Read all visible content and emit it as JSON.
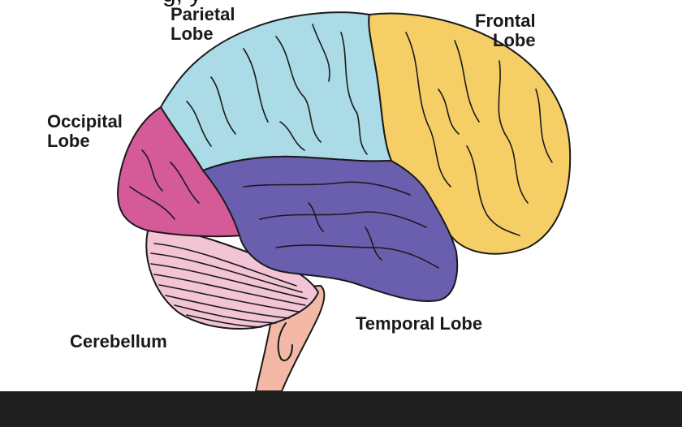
{
  "diagram": {
    "clipped_top_text": "g,      y",
    "labels": {
      "parietal": {
        "line1": "Parietal",
        "line2": "Lobe"
      },
      "frontal": {
        "line1": "Frontal",
        "line2": "Lobe"
      },
      "occipital": {
        "line1": "Occipital",
        "line2": "Lobe"
      },
      "temporal": "Temporal Lobe",
      "cerebellum": "Cerebellum"
    },
    "colors": {
      "parietal": "#aadbe6",
      "frontal": "#f5cf66",
      "occipital": "#d55a98",
      "temporal": "#6a5fae",
      "cerebellum": "#f2c4d6",
      "brainstem": "#f3b8a6",
      "outline": "#1a1a1a",
      "bottom_bar": "#1f1f1f"
    }
  }
}
